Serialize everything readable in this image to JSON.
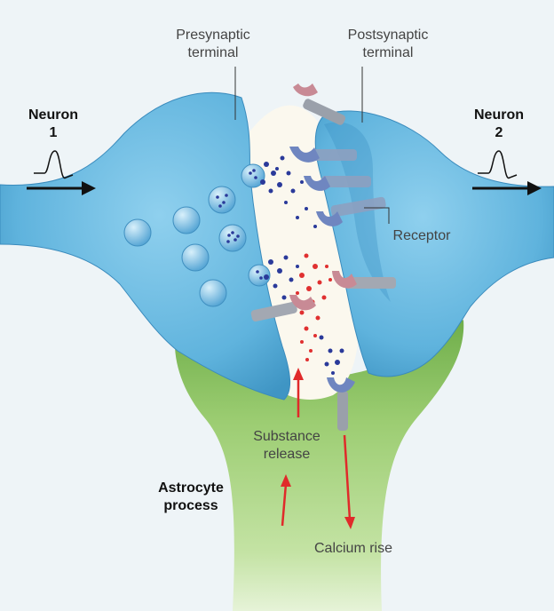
{
  "labels": {
    "presynaptic": [
      "Presynaptic",
      "terminal"
    ],
    "postsynaptic": [
      "Postsynaptic",
      "terminal"
    ],
    "neuron1": [
      "Neuron",
      "1"
    ],
    "neuron2": [
      "Neuron",
      "2"
    ],
    "receptor": "Receptor",
    "substance_release": [
      "Substance",
      "release"
    ],
    "astrocyte": [
      "Astrocyte",
      "process"
    ],
    "calcium": "Calcium rise"
  },
  "colors": {
    "background": "#eef4f7",
    "neuron_blue": "#5fb3dd",
    "astrocyte_green": "#8cc265",
    "vesicle_dot": "#2a3a9a",
    "release_dot": "#e03030",
    "arrow_red": "#e02a2a",
    "receptor_blue": "#7a90c8",
    "receptor_pink": "#c88a95"
  }
}
